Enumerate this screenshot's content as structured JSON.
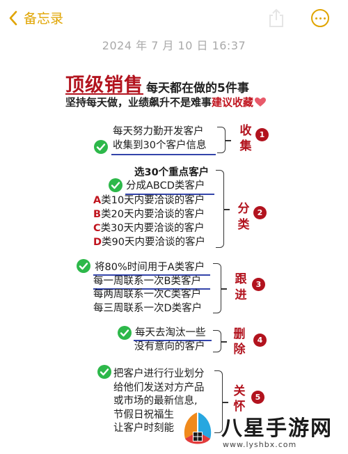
{
  "nav": {
    "back_label": "备忘录"
  },
  "note": {
    "datetime": "2024 年 7 月 10 日 16:37",
    "headline_big": "顶级销售",
    "headline_rest": "每天都在做的5件事",
    "subline_black": "坚持每天做，业绩飙升不是难事",
    "subline_red": "建议收藏",
    "sections": [
      {
        "tag": [
          "收",
          "集"
        ],
        "num": "1",
        "lines": [
          "每天努力勤开发客户",
          "收集到30个客户信息"
        ]
      },
      {
        "tag": [
          "分",
          "类"
        ],
        "num": "2",
        "lines": [
          "选30个重点客户",
          "分成ABCD类客户"
        ],
        "rows": [
          {
            "letter": "A",
            "rest": "类10天内要洽谈的客户"
          },
          {
            "letter": "B",
            "rest": "类20天内要洽谈的客户"
          },
          {
            "letter": "C",
            "rest": "类30天内要洽谈的客户"
          },
          {
            "letter": "D",
            "rest": "类90天内要洽谈的客户"
          }
        ]
      },
      {
        "tag": [
          "跟",
          "进"
        ],
        "num": "3",
        "lines": [
          "将80%时间用于A类客户",
          "每一周联系一次B类客户",
          "每两周联系一次C类客户",
          "每三周联系一次D类客户"
        ]
      },
      {
        "tag": [
          "删",
          "除"
        ],
        "num": "4",
        "lines": [
          "每天去淘汰一些",
          "没有意向的客户"
        ]
      },
      {
        "tag": [
          "关",
          "怀"
        ],
        "num": "5",
        "lines": [
          "把客户进行行业划分",
          "给他们发送对方产品",
          "或市场的最新信息,",
          "节假日祝福生",
          "让客户时刻能"
        ]
      }
    ]
  },
  "watermark": {
    "name": "八星手游网",
    "url": "www.lyshbx.com"
  },
  "colors": {
    "accent": "#e0a400",
    "red": "#b2131e",
    "check": "#2db84a"
  }
}
